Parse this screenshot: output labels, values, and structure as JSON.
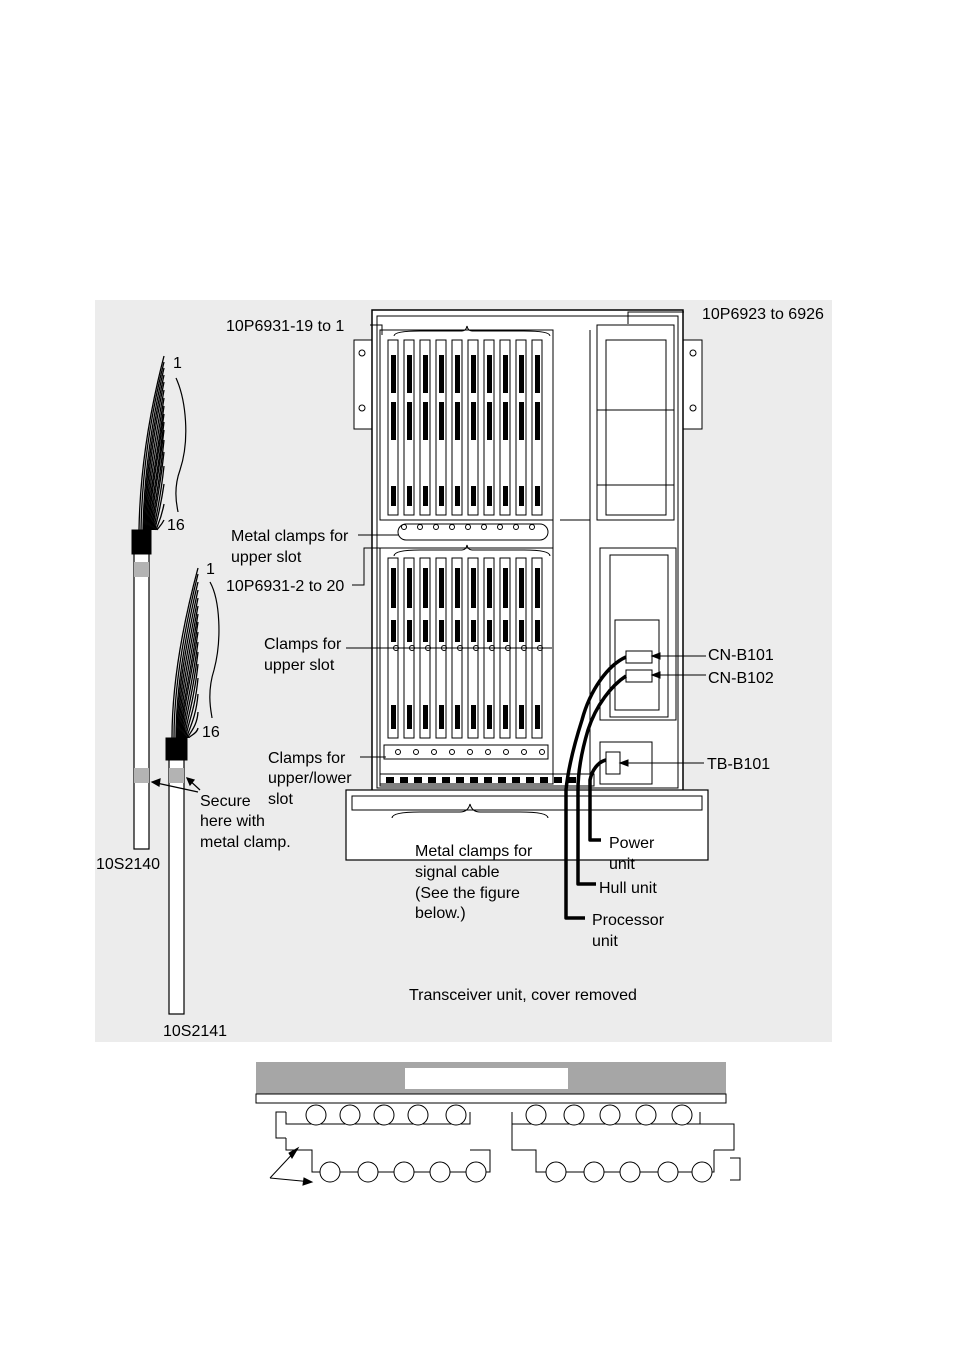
{
  "cable_left": {
    "number_top": "1",
    "number_bottom": "16",
    "part_number": "10S2140"
  },
  "cable_right": {
    "number_top": "1",
    "number_bottom": "16",
    "part_number": "10S2141"
  },
  "secure_note": [
    "Secure",
    "here with",
    "metal clamp."
  ],
  "labels": {
    "top_left_connector": "10P6931-19 to 1",
    "top_right_connector": "10P6923 to 6926",
    "metal_clamps_upper": [
      "Metal clamps for",
      "upper slot"
    ],
    "lower_connector": "10P6931-2 to 20",
    "clamps_upper": [
      "Clamps for",
      "upper slot"
    ],
    "clamps_upper_lower": [
      "Clamps for",
      "upper/lower",
      "slot"
    ],
    "cn_b101": "CN-B101",
    "cn_b102": "CN-B102",
    "tb_b101": "TB-B101",
    "metal_clamps_signal": [
      "Metal clamps for",
      "signal cable",
      "(See the figure",
      "below.)"
    ],
    "power_unit": [
      "Power",
      "unit"
    ],
    "hull_unit": "Hull unit",
    "processor_unit": [
      "Processor",
      "unit"
    ]
  },
  "caption": "Transceiver unit, cover removed",
  "colors": {
    "background_panel": "#ececec",
    "bar": "#a6a6a6",
    "line": "#000000"
  }
}
